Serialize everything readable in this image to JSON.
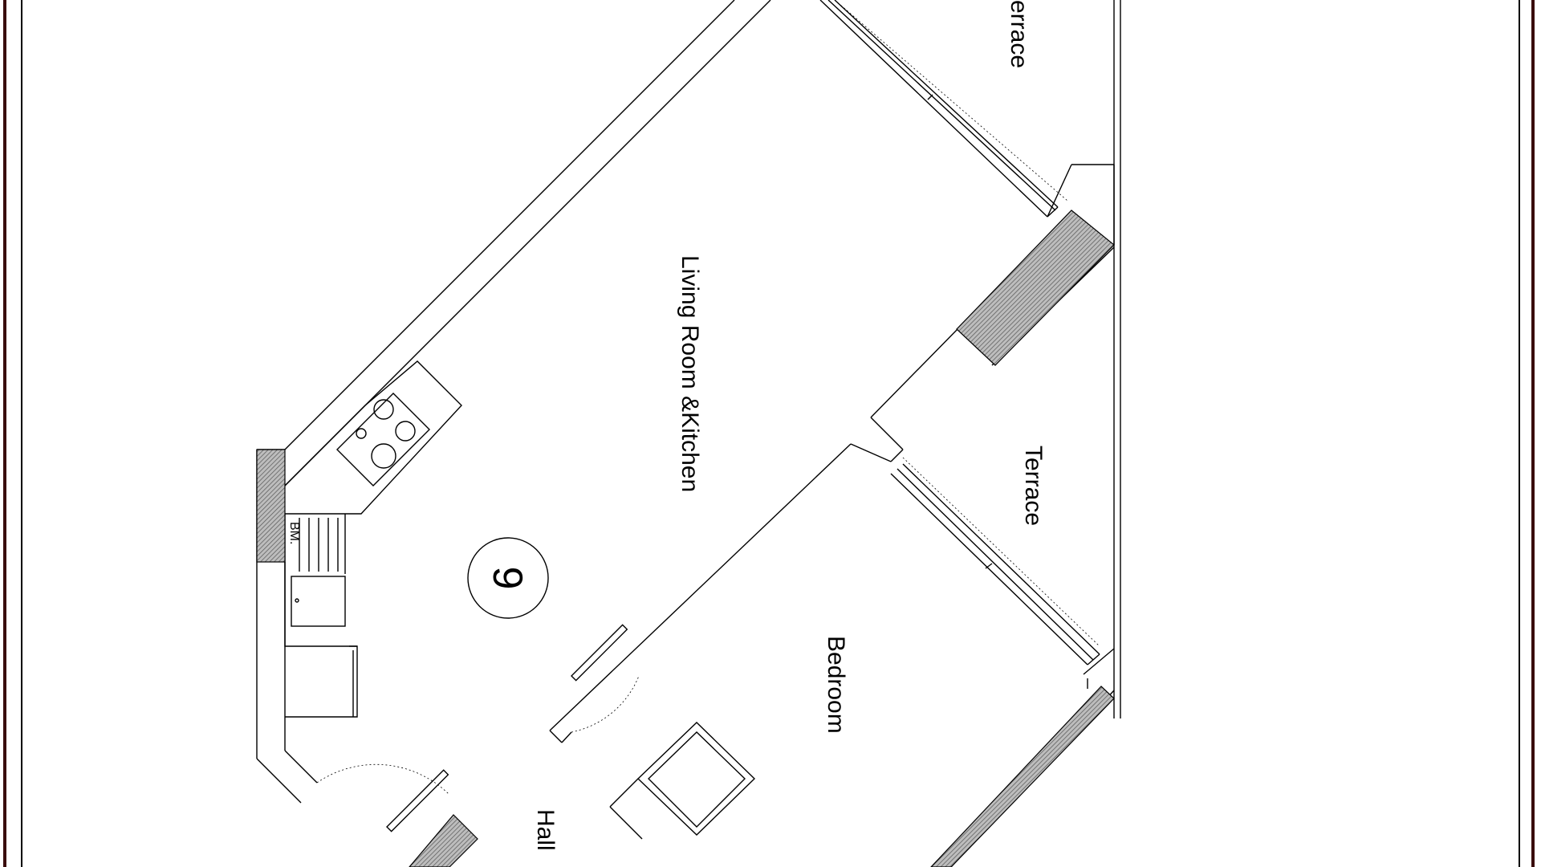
{
  "plan": {
    "unit_number": "9",
    "rooms": {
      "living_kitchen": "Living Room &Kitchen",
      "terrace_top": "errace",
      "terrace_mid": "Terrace",
      "bedroom": "Bedroom",
      "hall": "Hall",
      "bm": "BM."
    }
  },
  "colors": {
    "frame": "#3a0d0d",
    "line": "#000000",
    "hatch": "#6b6b6b"
  }
}
